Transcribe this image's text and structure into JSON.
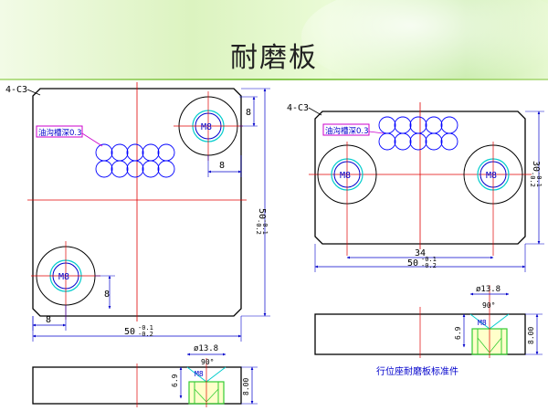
{
  "slide": {
    "title": "耐磨板"
  },
  "drawing_left": {
    "chamfer_note": "4-C3",
    "grease_note": "油沟槽深0.3",
    "thread_top": "M8",
    "thread_bottom": "M8",
    "dim_right_8": "8",
    "dim_top_8": "8",
    "dim_height_50": "50",
    "dim_height_tol_up": "-0.1",
    "dim_height_tol_low": "-0.2",
    "dim_bottom_8": "8",
    "dim_left_8": "8",
    "dim_width_50": "50",
    "dim_width_tol_up": "-0.1",
    "dim_width_tol_low": "-0.2",
    "side_dia": "ø13.8",
    "side_angle": "90°",
    "side_thread": "M8",
    "side_depth": "6.9",
    "side_height": "8.00"
  },
  "drawing_right": {
    "chamfer_note": "4-C3",
    "grease_note": "油沟槽深0.3",
    "thread_left": "M8",
    "thread_right": "M8",
    "dim_height_30": "30",
    "dim_height_tol_up": "-0.1",
    "dim_height_tol_low": "-0.2",
    "dim_spacing_34": "34",
    "dim_width_50": "50",
    "dim_width_tol_up": "-0.1",
    "dim_width_tol_low": "-0.2",
    "side_dia": "ø13.8",
    "side_angle": "90°",
    "side_thread": "M8",
    "side_depth": "6.9",
    "side_height": "8.00",
    "caption": "行位座耐磨板标准件"
  },
  "colors": {
    "outline": "#000000",
    "centerline": "#e00000",
    "dimension": "#0000cc",
    "grease": "#0000ff",
    "counterbore": "#00cccc",
    "note_box": "#cc00cc",
    "side_bolt": "#33cc33",
    "side_fill": "#ffff66"
  }
}
